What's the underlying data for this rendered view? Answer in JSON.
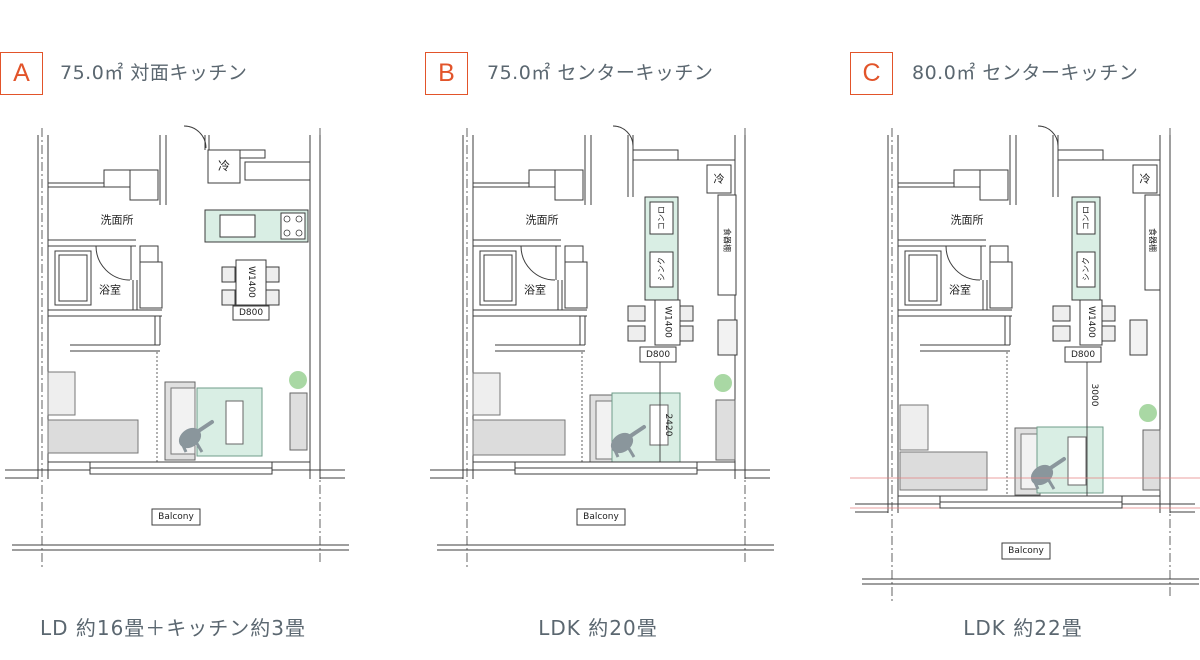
{
  "panels": [
    {
      "letter": "A",
      "title": "75.0㎡ 対面キッチン",
      "caption": "LD 約16畳＋キッチン約3畳"
    },
    {
      "letter": "B",
      "title": "75.0㎡ センターキッチン",
      "caption": "LDK 約20畳"
    },
    {
      "letter": "C",
      "title": "80.0㎡ センターキッチン",
      "caption": "LDK 約22畳"
    }
  ],
  "labels": {
    "fridge": "冷",
    "washroom": "洗面所",
    "bathroom": "浴室",
    "table_width": "W1400",
    "table_depth": "D800",
    "stove": "コンロ",
    "sink": "シンク",
    "cupboard": "食器棚",
    "dimension_b": "2420",
    "dimension_c": "3000",
    "balcony": "Balcony"
  },
  "colors": {
    "accent": "#e2542a",
    "text": "#5b6770",
    "kitchen_green": "#d9eee4",
    "plant_green": "#a9d8a4",
    "furniture_gray": "#dddddd",
    "figure_gray": "#8a969c",
    "guide_red": "#e48080"
  }
}
